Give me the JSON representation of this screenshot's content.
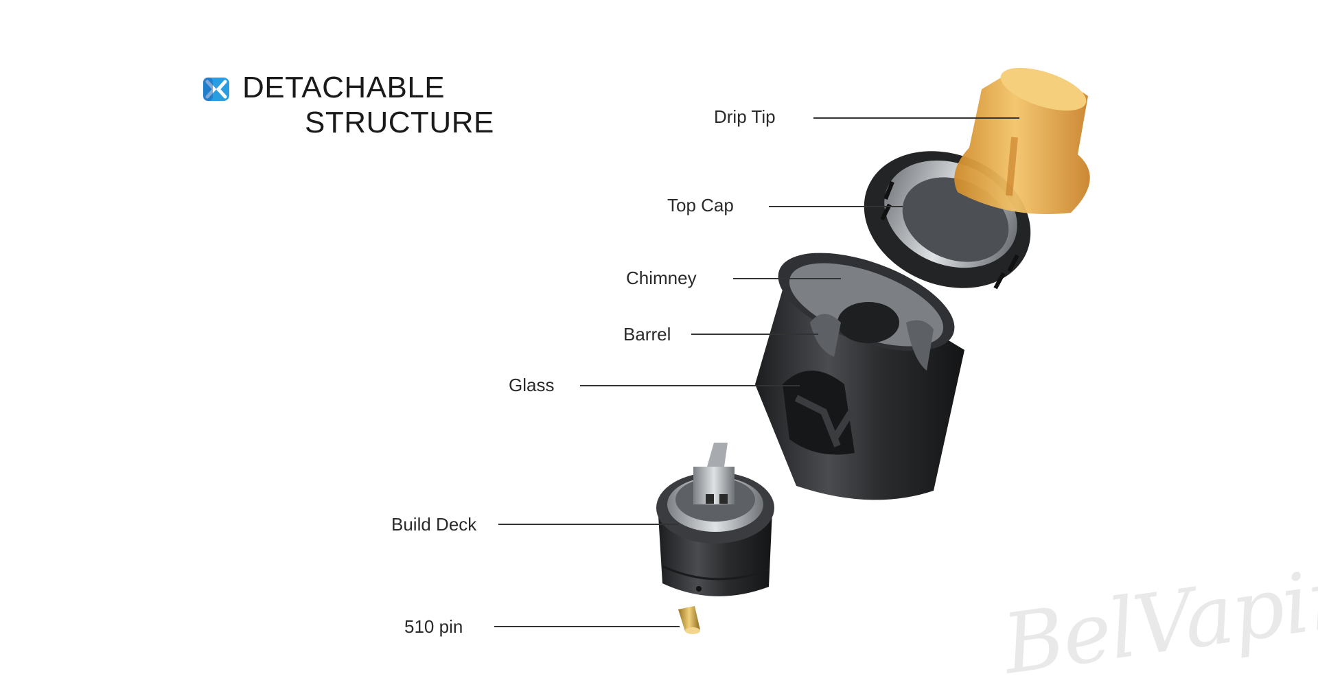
{
  "header": {
    "title_line1": "DETACHABLE",
    "title_line2": "STRUCTURE",
    "logo_icon": "x-logo-icon"
  },
  "parts": [
    {
      "key": "drip_tip",
      "label": "Drip Tip"
    },
    {
      "key": "top_cap",
      "label": "Top Cap"
    },
    {
      "key": "chimney",
      "label": "Chimney"
    },
    {
      "key": "barrel",
      "label": "Barrel"
    },
    {
      "key": "glass",
      "label": "Glass"
    },
    {
      "key": "build_deck",
      "label": "Build Deck"
    },
    {
      "key": "pin",
      "label": "510 pin"
    }
  ],
  "watermark": "BelVaping",
  "colors": {
    "drip_tip": "#e8b050",
    "metal": "#2b2c2e",
    "steel": "#b9bcbf",
    "pin": "#d4a93a",
    "logo_blue": "#2a9de0"
  }
}
